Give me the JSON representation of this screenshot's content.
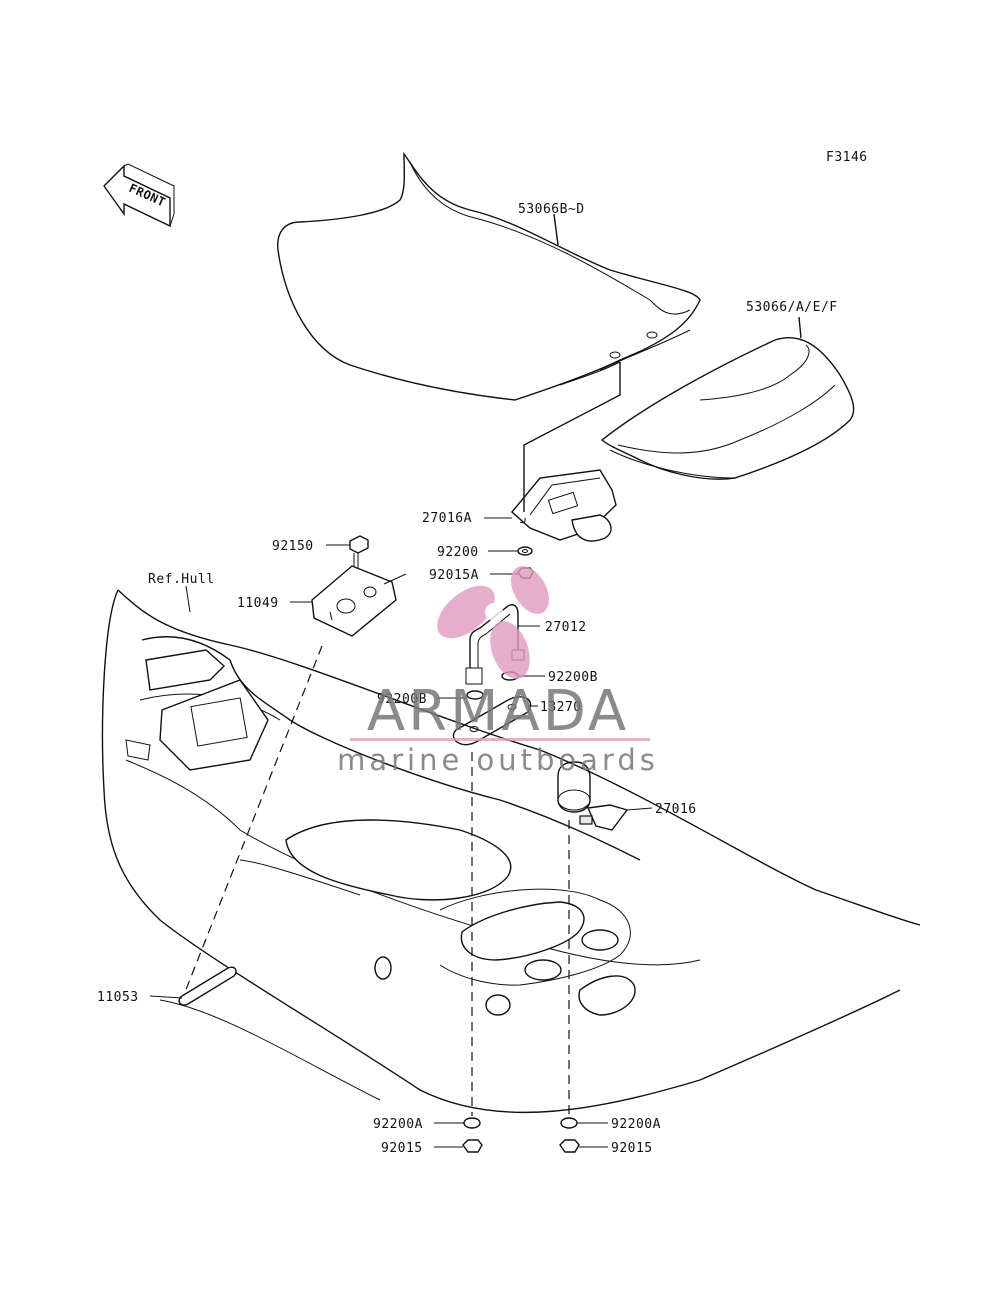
{
  "figure_code": "F3146",
  "front_badge": "FRONT",
  "ref_label": "Ref.Hull",
  "parts": {
    "seat_front": "53066B~D",
    "seat_rear": "53066/A/E/F",
    "latch_bracket": "27016A",
    "washer_upper": "92200",
    "nut_upper": "92015A",
    "hook": "27012",
    "washer_b_right": "92200B",
    "washer_b_left": "92200B",
    "plate": "13270",
    "bumper": "27016",
    "bolt": "92150",
    "bracket": "11049",
    "strap": "11053",
    "washer_a_left": "92200A",
    "washer_a_right": "92200A",
    "nut_left": "92015",
    "nut_right": "92015"
  },
  "watermark": {
    "brand": "ARMADA",
    "tagline": "marine outboards",
    "accent_color": "#e29ac0"
  }
}
